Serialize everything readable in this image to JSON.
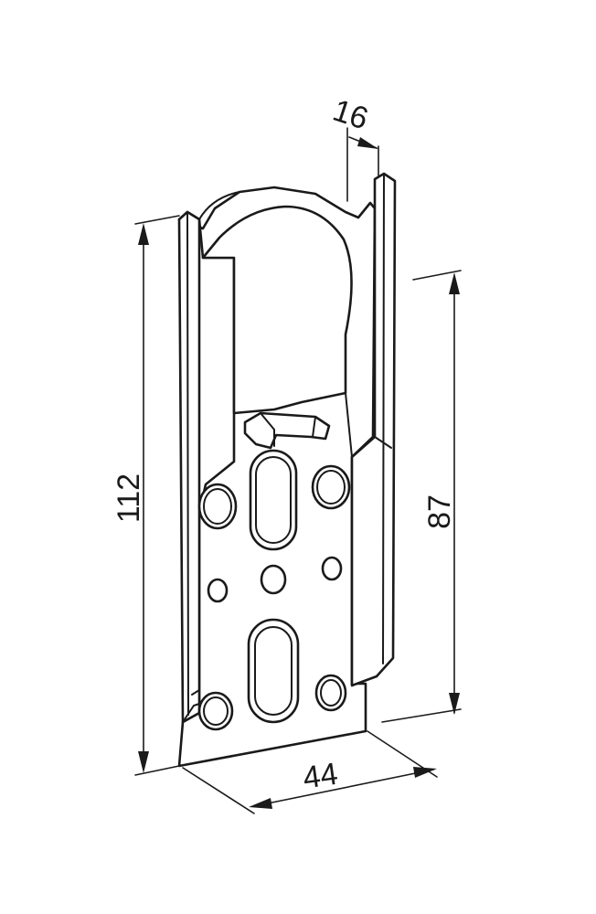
{
  "drawing": {
    "background": "#ffffff",
    "line_color": "#1a1a1a"
  },
  "dimensions": {
    "total_height": "112",
    "slot_height": "87",
    "width": "44",
    "depth": "16"
  }
}
